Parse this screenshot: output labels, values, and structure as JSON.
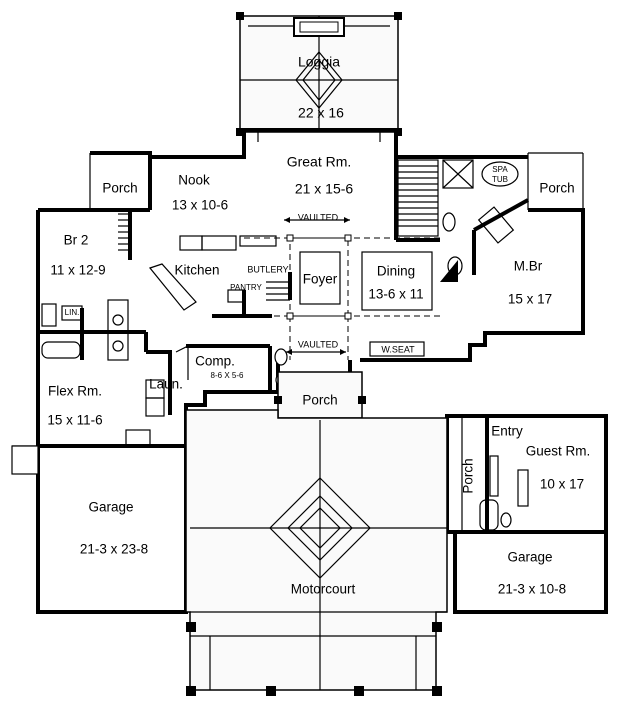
{
  "rooms": {
    "loggia": {
      "name": "Loggia",
      "size": "22 x 16"
    },
    "great_room": {
      "name": "Great Rm.",
      "size": "21 x 15-6"
    },
    "nook": {
      "name": "Nook",
      "size": "13 x 10-6"
    },
    "porch_nw": {
      "name": "Porch"
    },
    "porch_ne": {
      "name": "Porch"
    },
    "spa_tub": {
      "line1": "SPA",
      "line2": "TUB"
    },
    "vaulted_top": "VAULTED",
    "vaulted_bottom": "VAULTED",
    "br2": {
      "name": "Br 2",
      "size": "11 x 12-9"
    },
    "kitchen": {
      "name": "Kitchen"
    },
    "butlery": "BUTLERY",
    "pantry": "PANTRY",
    "foyer": {
      "name": "Foyer"
    },
    "dining": {
      "name": "Dining",
      "size": "13-6 x 11"
    },
    "mbr": {
      "name": "M.Br",
      "size": "15 x 17"
    },
    "lin": "LIN.",
    "comp": {
      "name": "Comp.",
      "size": "8-6 X 5-6"
    },
    "wseat": "W.SEAT",
    "flex": {
      "name": "Flex Rm.",
      "size": "15 x 11-6"
    },
    "laun": {
      "name": "Laun."
    },
    "porch_entry": {
      "name": "Porch"
    },
    "entry": {
      "name": "Entry"
    },
    "guest": {
      "name": "Guest Rm.",
      "size": "10 x 17"
    },
    "porch_guest": {
      "name": "Porch"
    },
    "garage_left": {
      "name": "Garage",
      "size": "21-3 x 23-8"
    },
    "garage_right": {
      "name": "Garage",
      "size": "21-3 x 10-8"
    },
    "motorcourt": {
      "name": "Motorcourt"
    }
  }
}
